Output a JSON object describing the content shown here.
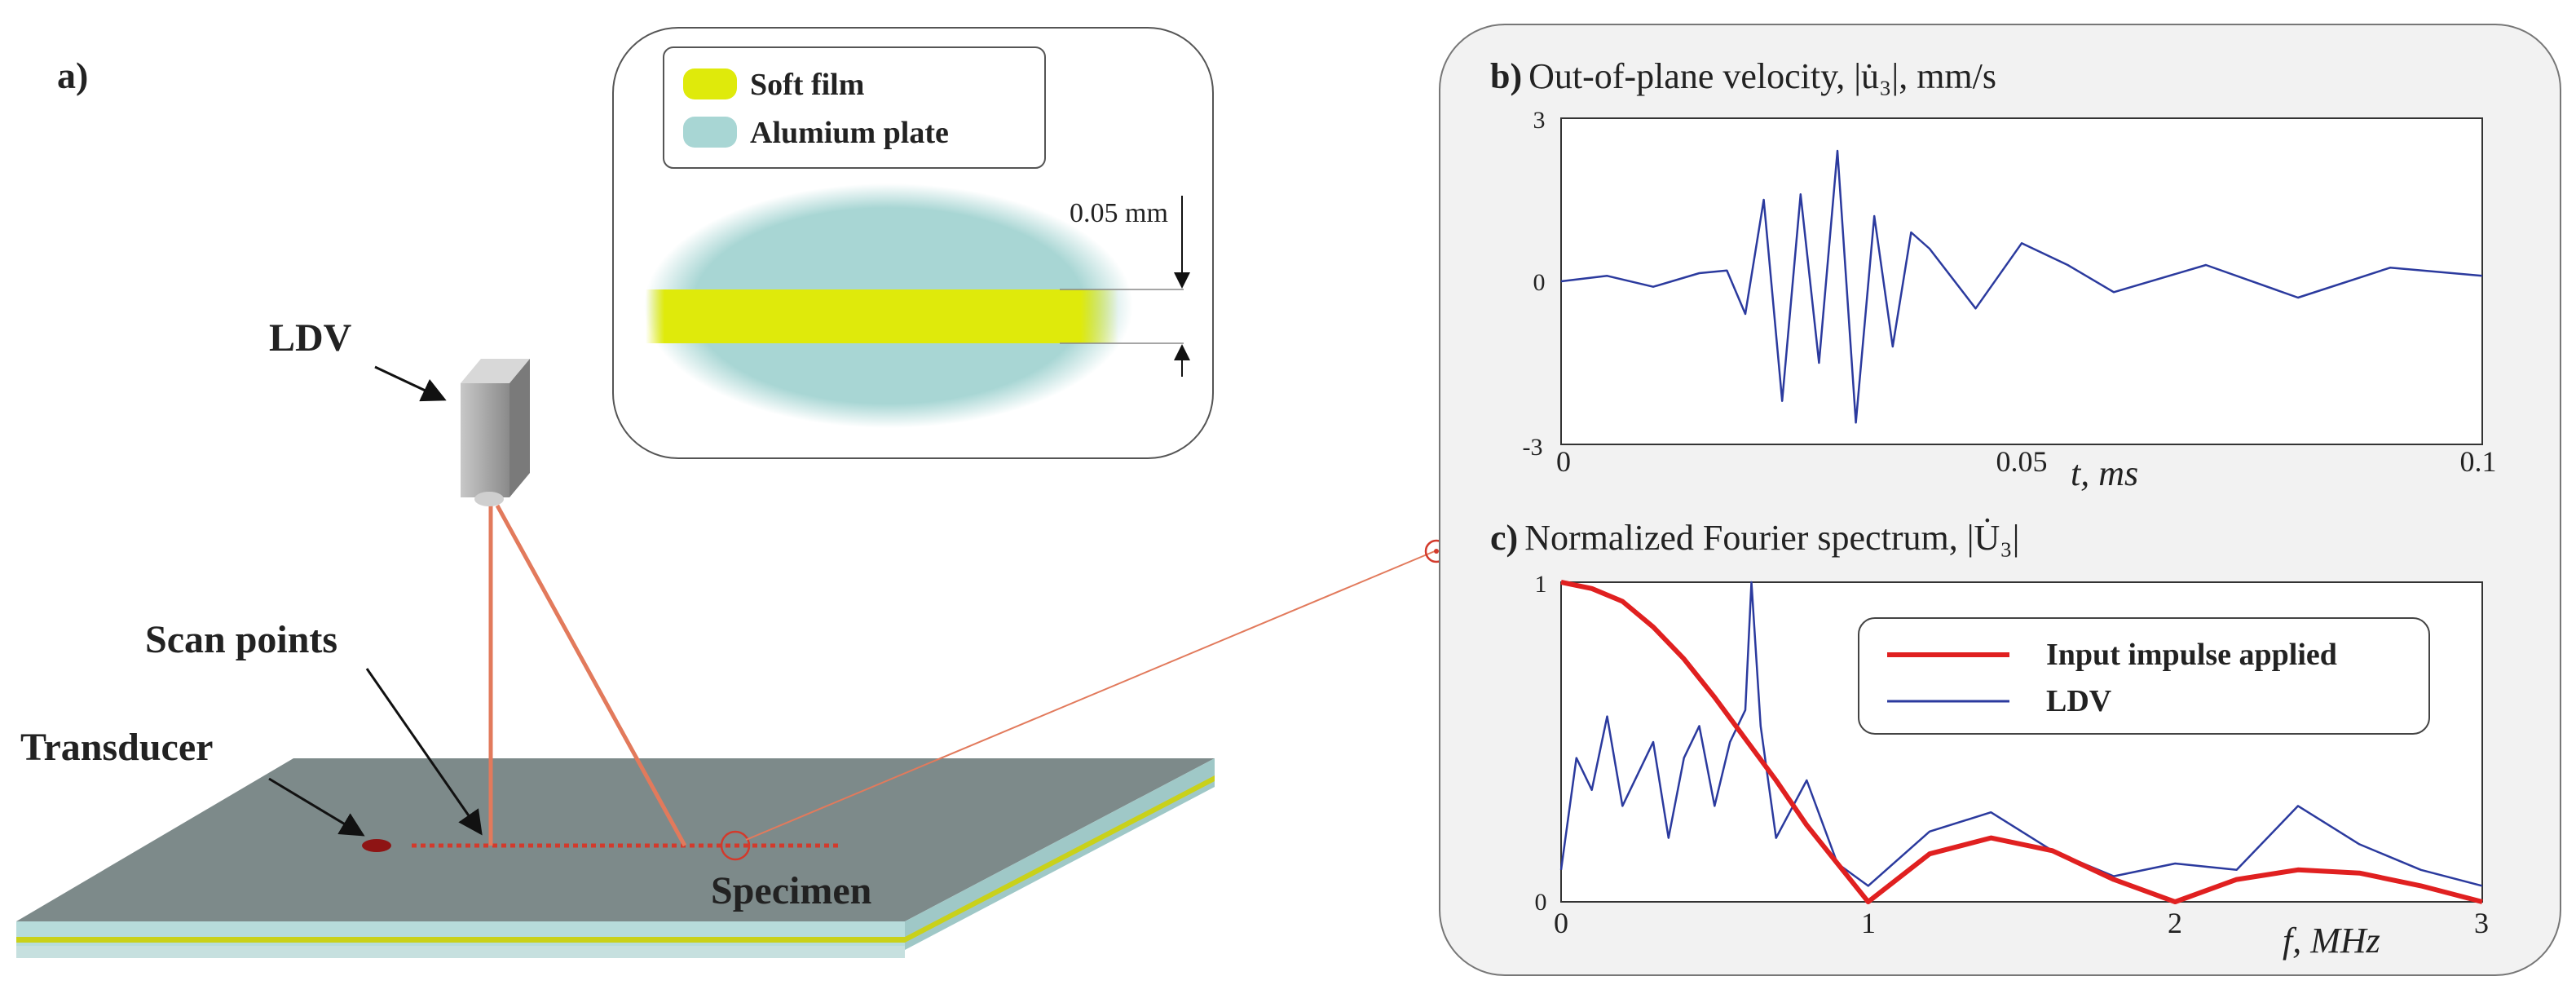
{
  "panel_a": {
    "label": "a)",
    "ldv_label": "LDV",
    "scan_points_label": "Scan points",
    "transducer_label": "Transducer",
    "specimen_label": "Specimen",
    "inset": {
      "legend": [
        {
          "label": "Soft film",
          "color": "#dfea0b"
        },
        {
          "label": "Alumium plate",
          "color": "#a8d6d4"
        }
      ],
      "thickness_label": "0.05 mm"
    }
  },
  "panel_b": {
    "label": "b)",
    "title": "Out-of-plane velocity, |u̇₃|, mm/s",
    "y_ticks": [
      "3",
      "0",
      "-3"
    ],
    "x_ticks": [
      "0",
      "0.05",
      "0.1"
    ],
    "x_label": "t, ms"
  },
  "panel_c": {
    "label": "c)",
    "title": "Normalized Fourier spectrum, |U̇₃|",
    "y_ticks": [
      "1",
      "0"
    ],
    "x_ticks": [
      "0",
      "1",
      "2",
      "3"
    ],
    "x_label": "f, MHz",
    "legend": [
      {
        "label": "Input impulse applied",
        "color": "#e02020"
      },
      {
        "label": "LDV",
        "color": "#2b3a9e"
      }
    ]
  },
  "chart_data": [
    {
      "type": "line",
      "title": "Out-of-plane velocity, |u̇₃|, mm/s",
      "xlabel": "t, ms",
      "ylabel": "",
      "xlim": [
        0,
        0.1
      ],
      "ylim": [
        -3,
        3
      ],
      "series": [
        {
          "name": "",
          "color": "#2b3a9e",
          "x": [
            0,
            0.005,
            0.01,
            0.015,
            0.018,
            0.02,
            0.022,
            0.024,
            0.026,
            0.028,
            0.03,
            0.032,
            0.034,
            0.036,
            0.038,
            0.04,
            0.045,
            0.05,
            0.055,
            0.06,
            0.07,
            0.08,
            0.09,
            0.1
          ],
          "values": [
            0,
            0.1,
            -0.1,
            0.15,
            0.2,
            -0.6,
            1.5,
            -2.2,
            1.6,
            -1.5,
            2.4,
            -2.6,
            1.2,
            -1.2,
            0.9,
            0.6,
            -0.5,
            0.7,
            0.3,
            -0.2,
            0.3,
            -0.3,
            0.25,
            0.1
          ]
        }
      ]
    },
    {
      "type": "line",
      "title": "Normalized Fourier spectrum, |U̇₃|",
      "xlabel": "f, MHz",
      "ylabel": "",
      "xlim": [
        0,
        3
      ],
      "ylim": [
        0,
        1
      ],
      "series": [
        {
          "name": "Input impulse applied",
          "color": "#e02020",
          "x": [
            0,
            0.1,
            0.2,
            0.3,
            0.4,
            0.5,
            0.6,
            0.7,
            0.8,
            0.9,
            1.0,
            1.2,
            1.4,
            1.6,
            1.8,
            2.0,
            2.2,
            2.4,
            2.6,
            2.8,
            3.0
          ],
          "values": [
            1.0,
            0.98,
            0.94,
            0.86,
            0.76,
            0.64,
            0.51,
            0.38,
            0.24,
            0.12,
            0.0,
            0.15,
            0.2,
            0.16,
            0.07,
            0.0,
            0.07,
            0.1,
            0.09,
            0.05,
            0.0
          ]
        },
        {
          "name": "LDV",
          "color": "#2b3a9e",
          "x": [
            0,
            0.05,
            0.1,
            0.15,
            0.2,
            0.25,
            0.3,
            0.35,
            0.4,
            0.45,
            0.5,
            0.55,
            0.6,
            0.62,
            0.65,
            0.7,
            0.8,
            0.9,
            1.0,
            1.2,
            1.4,
            1.6,
            1.8,
            2.0,
            2.2,
            2.4,
            2.6,
            2.8,
            3.0
          ],
          "values": [
            0.1,
            0.45,
            0.35,
            0.58,
            0.3,
            0.4,
            0.5,
            0.2,
            0.45,
            0.55,
            0.3,
            0.5,
            0.6,
            1.0,
            0.55,
            0.2,
            0.38,
            0.12,
            0.05,
            0.22,
            0.28,
            0.16,
            0.08,
            0.12,
            0.1,
            0.3,
            0.18,
            0.1,
            0.05
          ]
        }
      ]
    }
  ]
}
